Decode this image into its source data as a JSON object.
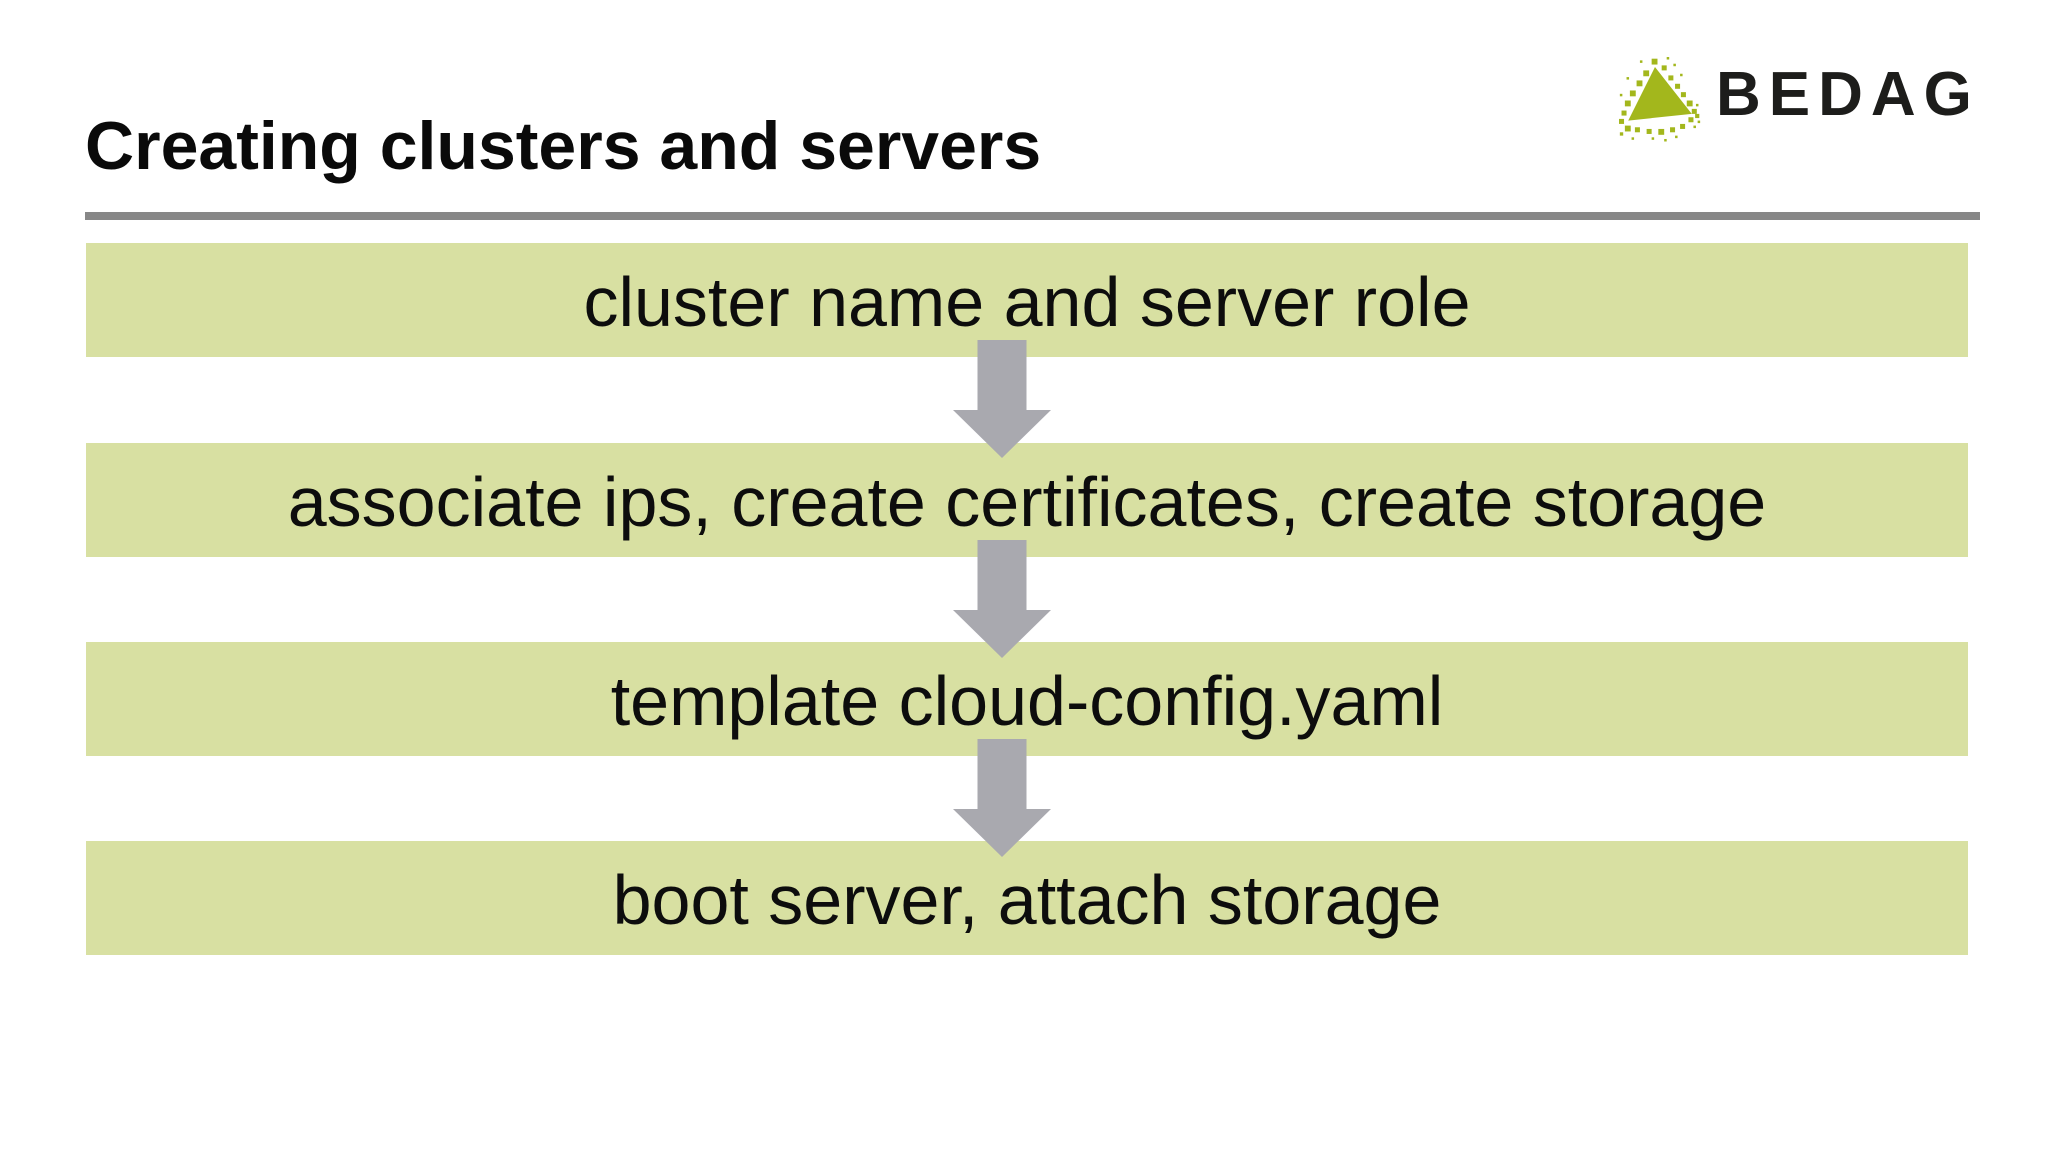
{
  "slide": {
    "title": "Creating clusters and servers",
    "logo": {
      "wordmark": "BEDAG"
    },
    "flow": {
      "steps": [
        "cluster name and server role",
        "associate ips, create certificates, create storage",
        "template cloud-config.yaml",
        "boot server, attach storage"
      ]
    },
    "colors": {
      "background": "#FFFFFF",
      "title_text": "#0A0A0A",
      "rule": "#878787",
      "step_bg": "#D8E0A2",
      "step_text": "#0D0D0D",
      "arrow": "#A9A9AF",
      "logo_text": "#1D1D1B",
      "logo_triangle": "#A3B71C"
    }
  }
}
